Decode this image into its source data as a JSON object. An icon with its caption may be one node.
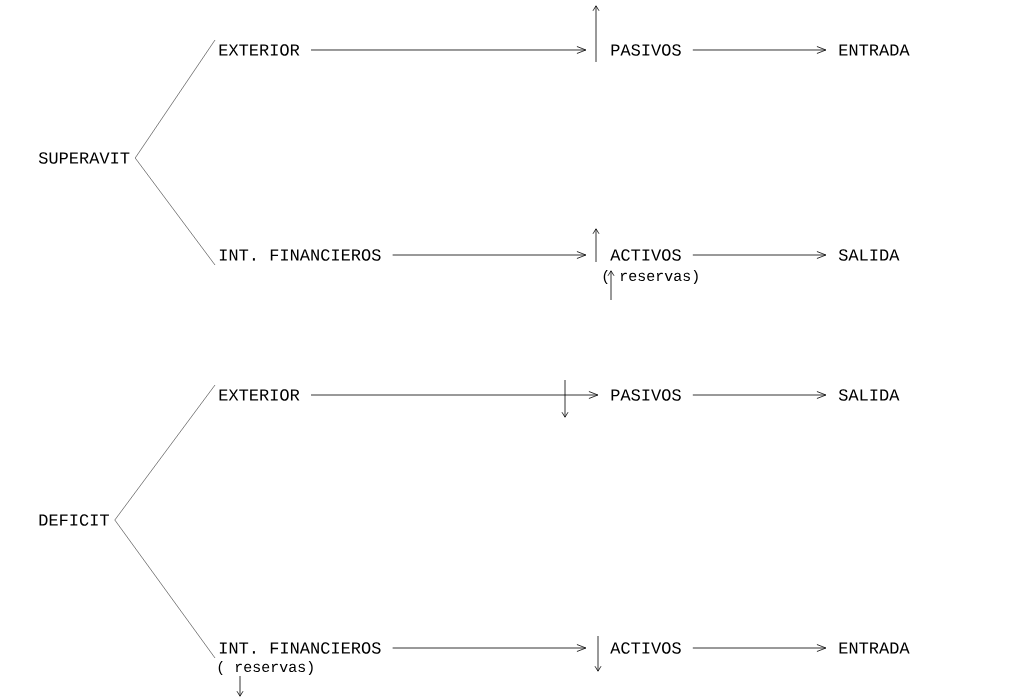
{
  "diagram": {
    "nodes": [
      {
        "text": [
          "SUPERAVIT"
        ]
      },
      {
        "text": [
          "EXTERIOR"
        ]
      },
      {
        "text": [
          "PASIVOS"
        ]
      },
      {
        "text": [
          "ENTRADA"
        ]
      },
      {
        "text": [
          "INT. FINANCIEROS"
        ]
      },
      {
        "text": [
          "ACTIVOS"
        ],
        "beside": [
          "( reservas)"
        ]
      },
      {
        "text": [
          "SALIDA"
        ]
      },
      {
        "text": [
          "DEFICIT"
        ]
      },
      {
        "text": [
          "EXTERIOR"
        ]
      },
      {
        "text": [
          "PASIVOS"
        ]
      },
      {
        "text": [
          "SALIDA"
        ]
      },
      {
        "text": [
          "INT. FINANCIEROS"
        ],
        "beside": [
          "( reservas)"
        ]
      },
      {
        "text": [
          "ACTIVOS"
        ]
      },
      {
        "text": [
          "ENTRADA"
        ]
      }
    ],
    "edges": [
      {
        "from": 0,
        "to": 1,
        "arrow": "none"
      },
      {
        "from": 0,
        "to": 4,
        "arrow": "none"
      },
      {
        "from": 1,
        "to": 2,
        "arrow": "to"
      },
      {
        "from": 2,
        "to": 3,
        "arrow": "to"
      },
      {
        "from": 4,
        "to": 5,
        "arrow": "to"
      },
      {
        "from": 5,
        "to": 6,
        "arrow": "to"
      },
      {
        "from": 7,
        "to": 8,
        "arrow": "none"
      },
      {
        "from": 7,
        "to": 11,
        "arrow": "none"
      },
      {
        "from": 8,
        "to": 9,
        "arrow": "to"
      },
      {
        "from": 9,
        "to": 10,
        "arrow": "to"
      },
      {
        "from": 11,
        "to": 12,
        "arrow": "to"
      },
      {
        "from": 12,
        "to": 13,
        "arrow": "to"
      }
    ]
  }
}
